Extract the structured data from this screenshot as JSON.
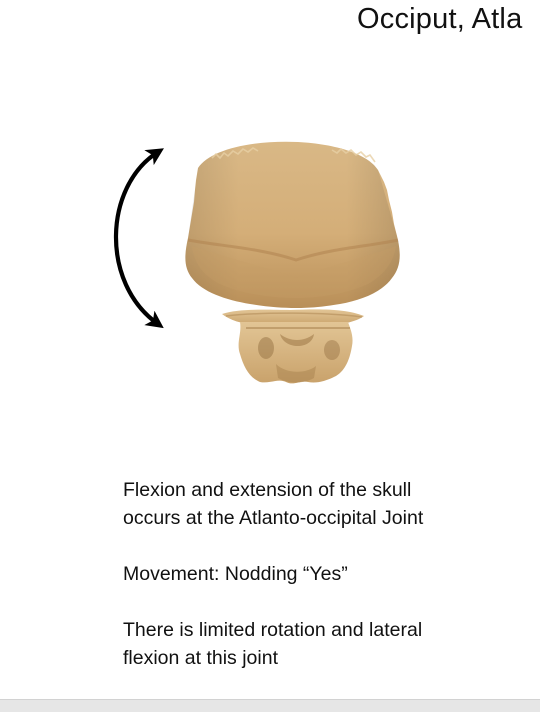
{
  "slide": {
    "title": "Occiput, Atla",
    "figure_icons": {
      "arrow": "curved-double-arrow-icon",
      "skull": "skull-illustration",
      "vertebra": "atlas-vertebra-illustration"
    },
    "paragraphs": [
      {
        "line1": "Flexion and extension of the skull",
        "line2": "occurs at the Atlanto-occipital Joint"
      },
      {
        "line1": "Movement: Nodding “Yes”"
      },
      {
        "line1": "There is limited rotation and lateral",
        "line2": "flexion at this joint"
      }
    ]
  },
  "colors": {
    "bone": "#d9b482",
    "arrow": "#000000",
    "text": "#111111",
    "footer_bar": "#e6e6e6"
  }
}
